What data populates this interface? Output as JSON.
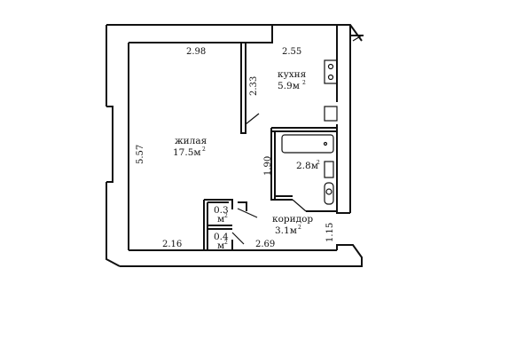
{
  "dimensions": {
    "living_top": "2.98",
    "kitchen_top": "2.55",
    "kitchen_side": "2.33",
    "living_height": "5.57",
    "bath_height": "1.90",
    "bottom_left": "2.16",
    "bottom_right": "2.69",
    "corridor_side": "1.15"
  },
  "rooms": {
    "kitchen": {
      "name": "кухня",
      "area": "5.9м",
      "unit_sup": "2"
    },
    "living": {
      "name": "жилая",
      "area": "17.5м",
      "unit_sup": "2"
    },
    "bathroom": {
      "area": "2.8м",
      "unit_sup": "2"
    },
    "corridor": {
      "name": "коридор",
      "area": "3.1м",
      "unit_sup": "2"
    },
    "closet1": {
      "area_line1": "0.3",
      "area_line2": "м",
      "unit_sup": "2"
    },
    "closet2": {
      "area_line1": "0.4",
      "area_line2": "м",
      "unit_sup": "2"
    }
  }
}
